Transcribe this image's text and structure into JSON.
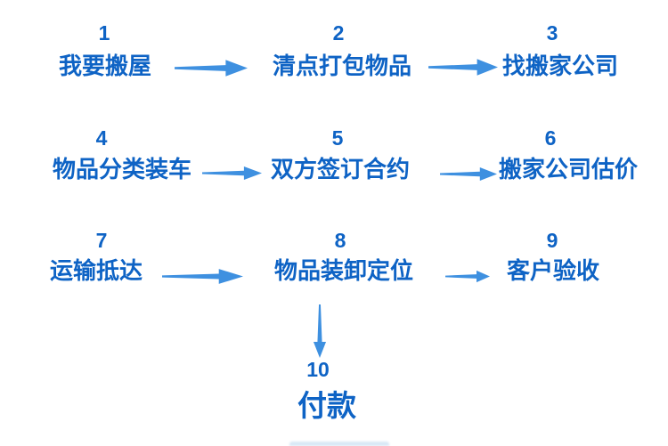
{
  "diagram": {
    "description": "Moving house process flowchart, 10 numbered steps connected by arrows",
    "flow_order": "1→2→3, 4→5→6, 7→8→9, 8→10"
  },
  "steps": [
    {
      "num": "1",
      "label": "我要搬屋"
    },
    {
      "num": "2",
      "label": "清点打包物品"
    },
    {
      "num": "3",
      "label": "找搬家公司"
    },
    {
      "num": "4",
      "label": "物品分类装车"
    },
    {
      "num": "5",
      "label": "双方签订合约"
    },
    {
      "num": "6",
      "label": "搬家公司估价"
    },
    {
      "num": "7",
      "label": "运输抵达"
    },
    {
      "num": "8",
      "label": "物品装卸定位"
    },
    {
      "num": "9",
      "label": "客户验收"
    },
    {
      "num": "10",
      "label": "付款"
    }
  ],
  "arrows": [
    {
      "name": "arrow-1-to-2",
      "direction": "right"
    },
    {
      "name": "arrow-2-to-3",
      "direction": "right"
    },
    {
      "name": "arrow-4-to-5",
      "direction": "right"
    },
    {
      "name": "arrow-5-to-6",
      "direction": "right"
    },
    {
      "name": "arrow-7-to-8",
      "direction": "right"
    },
    {
      "name": "arrow-8-to-9",
      "direction": "right"
    },
    {
      "name": "arrow-8-to-10",
      "direction": "down"
    }
  ],
  "colors": {
    "step_text": "#0E63C5",
    "arrow": "#3E90E0",
    "background": "#FFFFFF"
  }
}
